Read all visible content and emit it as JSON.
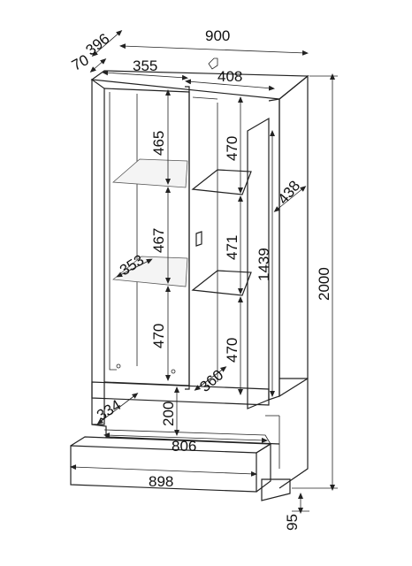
{
  "dimensions": {
    "overall_width": "900",
    "overall_depth": "396",
    "back_offset": "70",
    "left_section_width": "355",
    "right_section_width": "408",
    "left_shelf_1": "465",
    "left_shelf_2": "467",
    "left_shelf_3": "470",
    "left_shelf_depth": "353",
    "right_shelf_1": "470",
    "right_shelf_2": "471",
    "right_shelf_3": "470",
    "right_shelf_depth": "360",
    "door_width": "438",
    "door_height": "1439",
    "overall_height": "2000",
    "drawer_depth": "334",
    "drawer_height": "200",
    "drawer_inner_width": "806",
    "drawer_front_width": "898",
    "plinth_height": "95"
  }
}
